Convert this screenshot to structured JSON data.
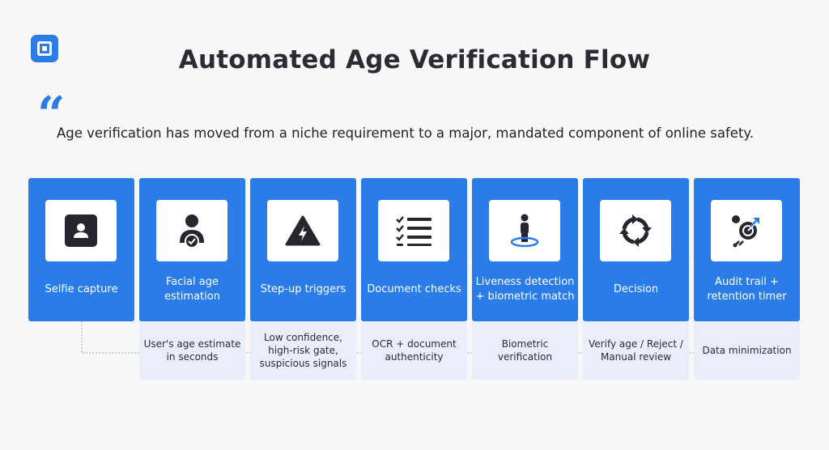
{
  "header": {
    "logo_icon": "square-logo-icon",
    "title": "Automated Age Verification Flow"
  },
  "quote": {
    "mark": "“",
    "text": "Age verification has moved from a niche requirement to a major, mandated component of online safety."
  },
  "colors": {
    "accent": "#2a7de8",
    "dark_icon": "#25262e",
    "desc_bg": "#e9eef9"
  },
  "steps": [
    {
      "label": "Selfie capture",
      "icon": "portrait-icon",
      "description": ""
    },
    {
      "label": "Facial age estimation",
      "icon": "user-check-icon",
      "description": "User's age estimate in seconds"
    },
    {
      "label": "Step-up triggers",
      "icon": "warning-bolt-icon",
      "description": "Low confidence, high-risk gate, suspicious signals"
    },
    {
      "label": "Document checks",
      "icon": "checklist-icon",
      "description": "OCR + document authenticity"
    },
    {
      "label": "Liveness detection + biometric match",
      "icon": "person-scan-icon",
      "description": "Biometric verification"
    },
    {
      "label": "Decision",
      "icon": "cycle-arrows-icon",
      "description": "Verify age / Reject / Manual review"
    },
    {
      "label": "Audit trail + retention timer",
      "icon": "audit-trail-icon",
      "description": "Data minimization"
    }
  ]
}
